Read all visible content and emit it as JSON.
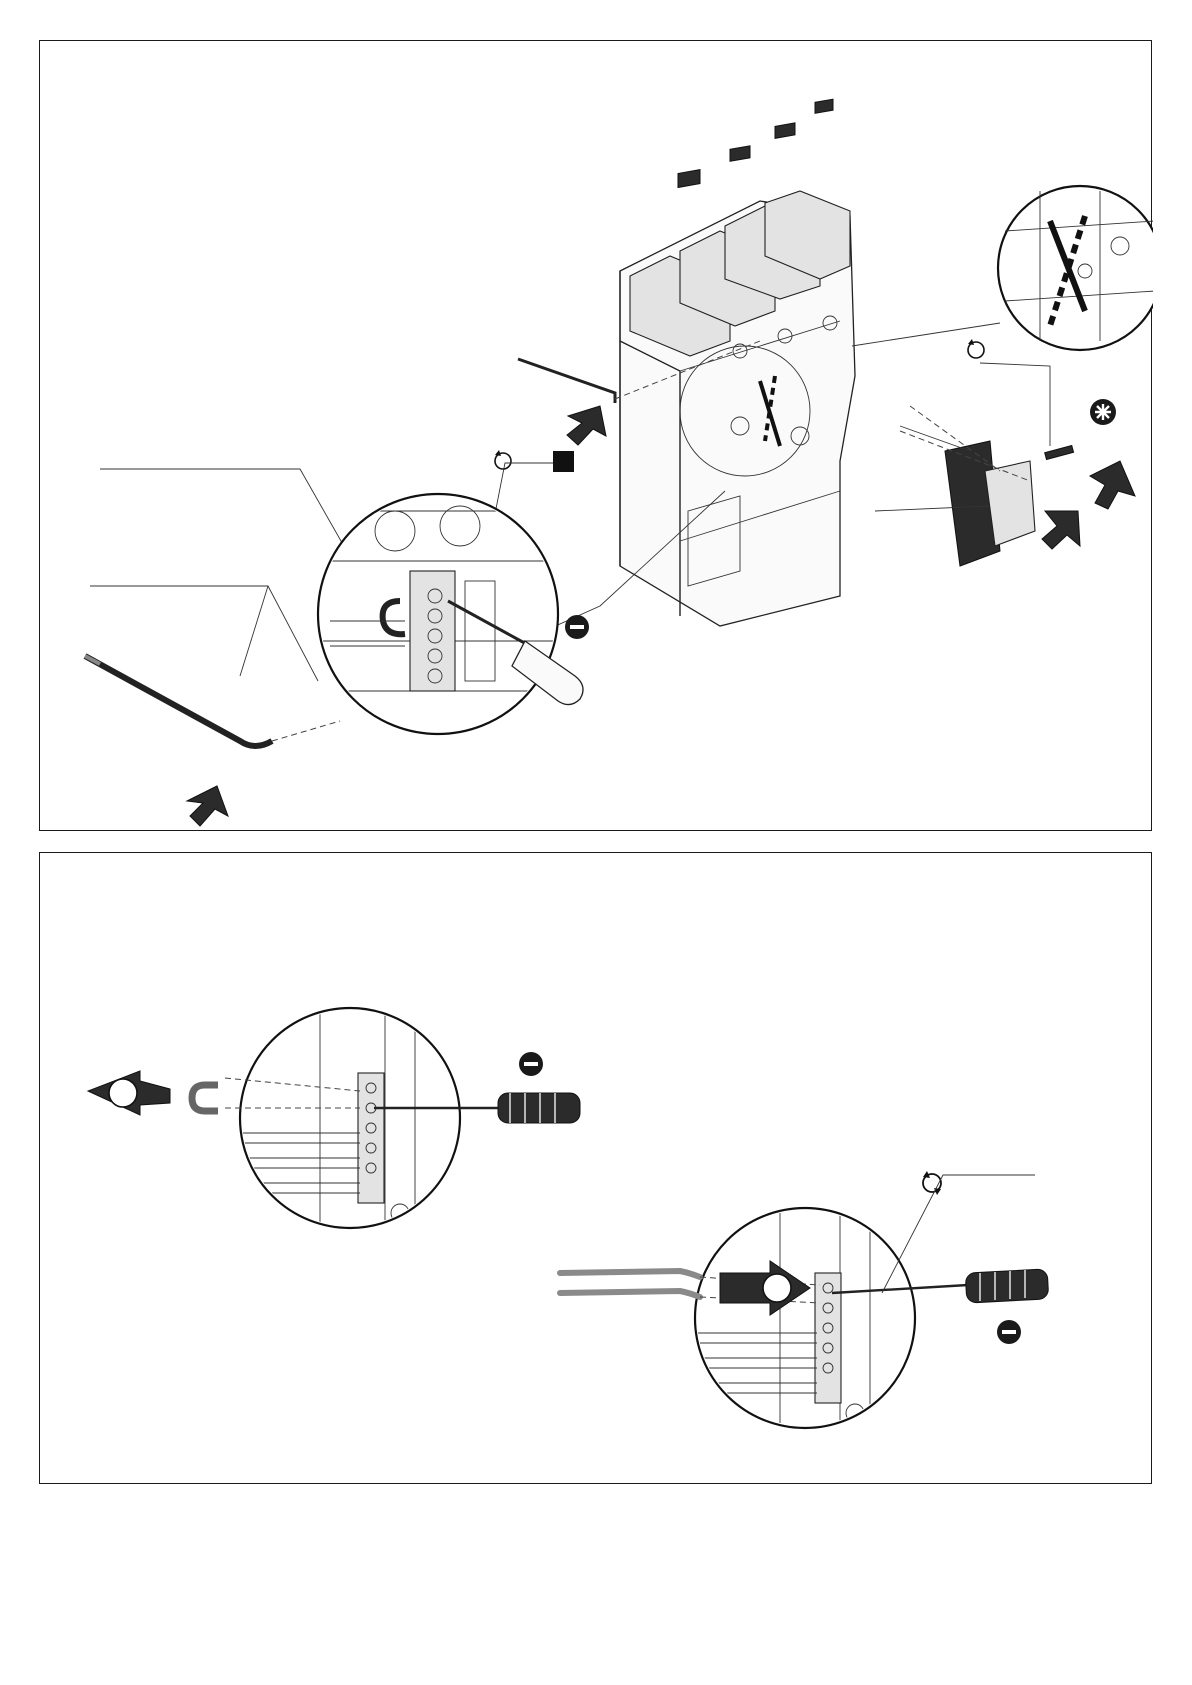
{
  "panels": [
    {
      "id": "top",
      "description_ref": "breaker-with-terminal-zoom"
    },
    {
      "id": "bottom",
      "description_ref": "remove-and-insert-wires"
    }
  ],
  "symbols": {
    "rotate": "rotate-arrow-icon",
    "flat_screwdriver": "minus-circle-icon",
    "phillips_screwdriver": "phillips-circle-icon",
    "stop": "black-square-icon",
    "push": "black-arrow-icon"
  },
  "colors": {
    "ink": "#1a1a1a",
    "wire_dark": "#2a2a2a",
    "wire_grey": "#8a8a8a",
    "paper": "#ffffff"
  }
}
